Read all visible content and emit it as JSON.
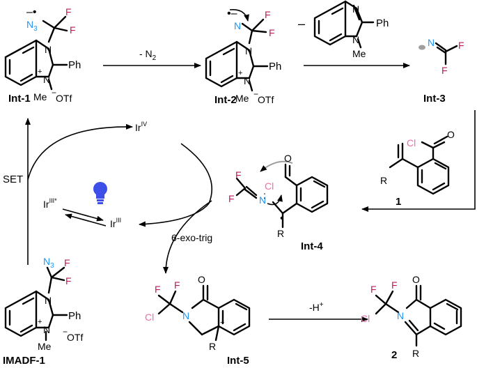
{
  "labels": {
    "int1": "Int-1",
    "int2": "Int-2",
    "int3": "Int-3",
    "int4": "Int-4",
    "int5": "Int-5",
    "imadf1": "IMADF-1",
    "cmpd1": "1",
    "cmpd2": "2"
  },
  "steps": {
    "minus_n2": "- N",
    "minus_n2_sub": "2",
    "minus_benzimidazole": "–",
    "set": "SET",
    "exo": "6-exo-trig",
    "minus_h": "-H",
    "minus_h_sup": "+"
  },
  "cycle": {
    "ir_iv": "Ir",
    "ir_iv_sup": "IV",
    "ir_iii_star": "Ir",
    "ir_iii_star_sup": "III*",
    "ir_iii": "Ir",
    "ir_iii_sup": "III"
  },
  "atoms": {
    "N": "N",
    "N3": "N",
    "N3_sub": "3",
    "F": "F",
    "Cl": "Cl",
    "O": "O",
    "Ph": "Ph",
    "Me": "Me",
    "R": "R",
    "OTf": "OTf",
    "plus": "+",
    "minus": "−"
  },
  "colors": {
    "fluorine": "#c2185b",
    "nitrogen": "#2196f3",
    "chlorine": "#ec6fa8",
    "bulb": "#3d4fe6"
  },
  "icons": [
    "light-bulb-icon"
  ]
}
